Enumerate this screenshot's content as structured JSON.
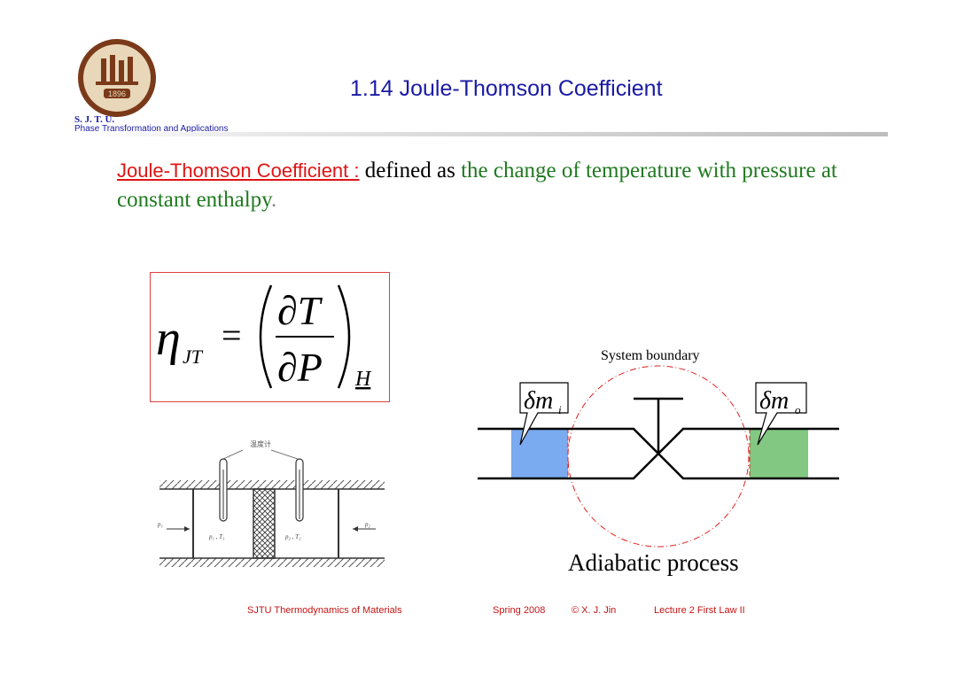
{
  "header": {
    "title": "1.14 Joule-Thomson Coefficient",
    "institution": "S. J. T. U.",
    "subtitle": "Phase Transformation and Applications",
    "logo_year": "1896"
  },
  "intro": {
    "term": "Joule-Thomson Coefficient :",
    "text_plain": " defined as ",
    "text_green": "the change of temperature with pressure at constant enthalpy",
    "text_end": "."
  },
  "formula": {
    "lhs_symbol": "η",
    "lhs_subscript": "JT",
    "equals": "=",
    "numerator": "∂T",
    "denominator": "∂P",
    "subscript": "H"
  },
  "apparatus": {
    "thermometer_label": "温度计",
    "p1_label": "p₁",
    "state1_label": "p₁ , T₁",
    "state2_label": "p₂ , T₂",
    "p2_label": "p₂"
  },
  "diagram": {
    "boundary_label": "System boundary",
    "inlet_label_main": "δm",
    "inlet_label_sub": "i",
    "outlet_label_main": "δm",
    "outlet_label_sub": "o",
    "caption": "Adiabatic process",
    "colors": {
      "inlet": "#7aaaf0",
      "outlet": "#82c882",
      "boundary": "#e02020"
    }
  },
  "footer": {
    "course": "SJTU Thermodynamics of Materials",
    "term": "Spring 2008",
    "author": "© X. J. Jin",
    "lecture": "Lecture 2 First Law II"
  }
}
